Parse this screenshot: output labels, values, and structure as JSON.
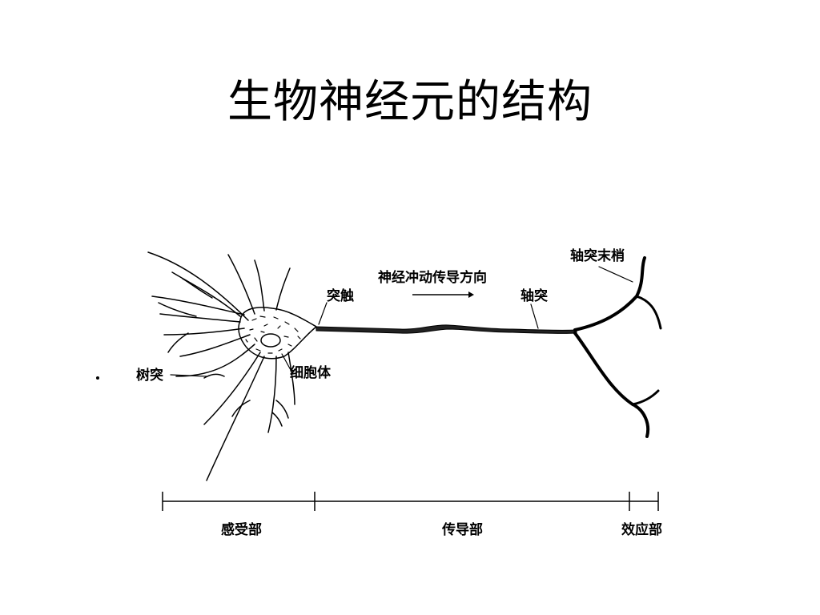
{
  "slide": {
    "title": "生物神经元的结构"
  },
  "diagram": {
    "labels": {
      "synapse": "突触",
      "impulse_direction": "神经冲动传导方向",
      "axon_terminal": "轴突末梢",
      "axon": "轴突",
      "dendrite": "树突",
      "cell_body": "细胞体"
    },
    "regions": {
      "receptive": "感受部",
      "conductive": "传导部",
      "effector": "效应部"
    }
  }
}
